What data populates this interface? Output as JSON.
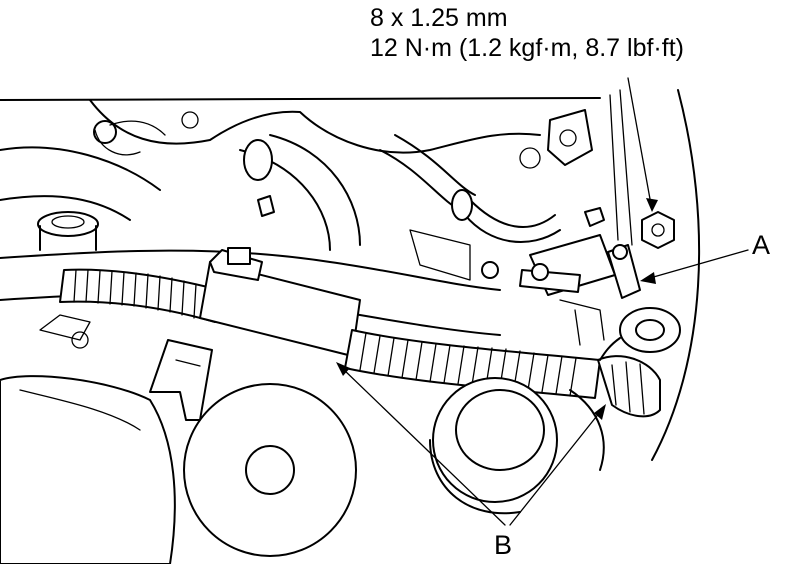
{
  "spec": {
    "bolt_size": "8 x 1.25 mm",
    "torque": "12 N·m (1.2 kgf·m, 8.7 lbf·ft)"
  },
  "callouts": {
    "a": "A",
    "b": "B"
  }
}
